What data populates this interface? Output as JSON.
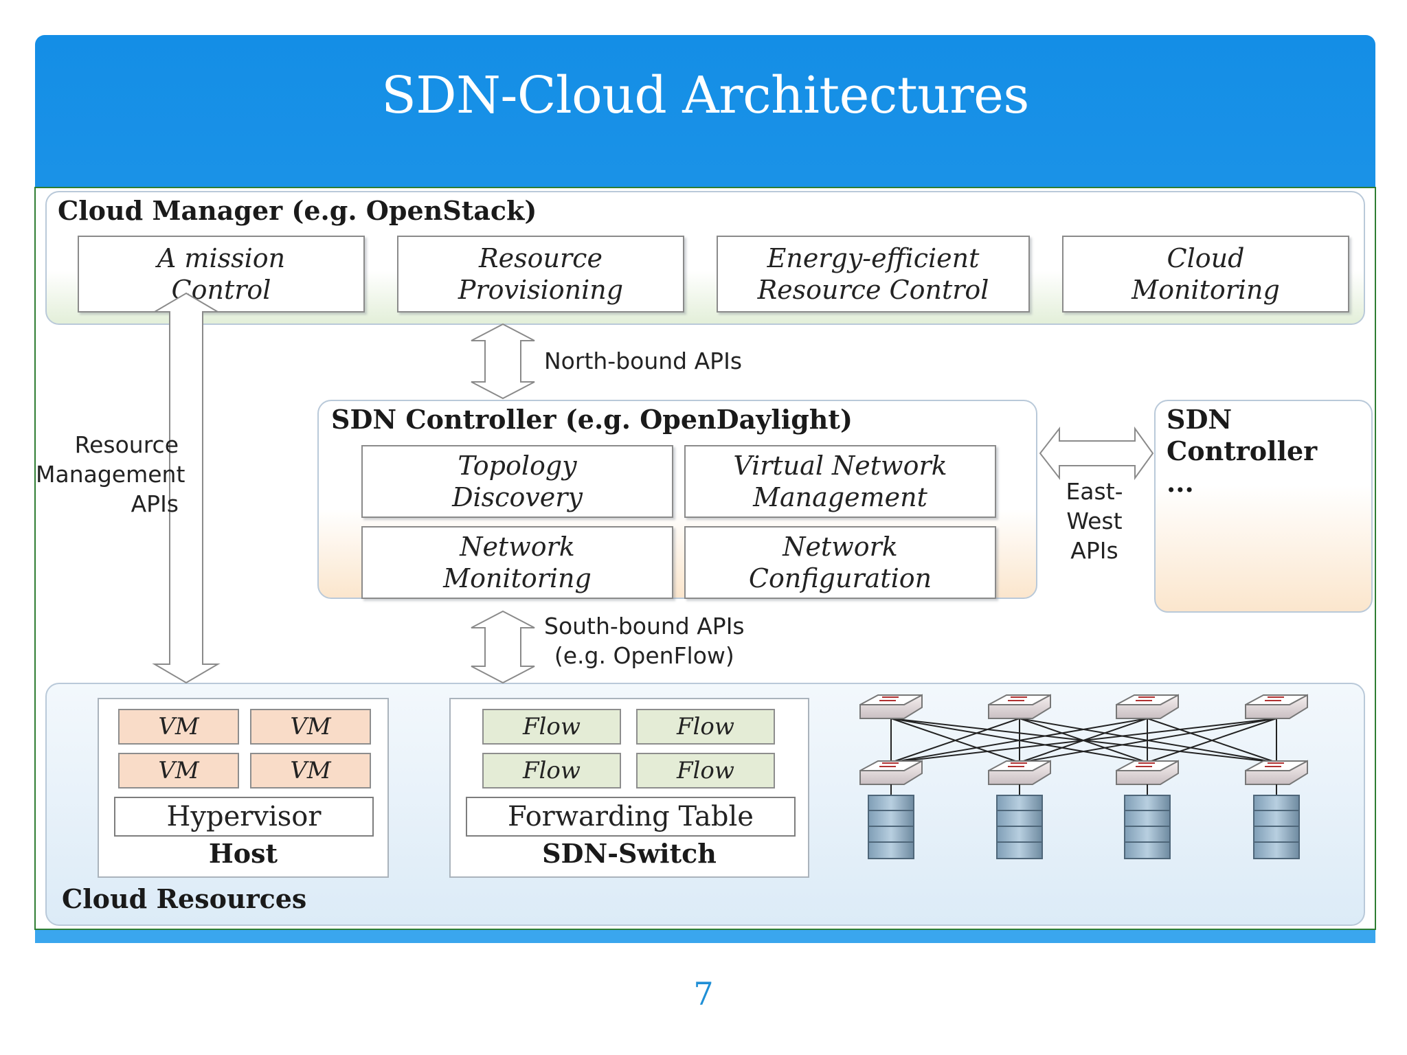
{
  "slide": {
    "title": "SDN-Cloud Architectures",
    "page_number": "7",
    "colors": {
      "header_top": "#148ee6",
      "header_bottom": "#3aa6ee",
      "diagram_border": "#2e7d32",
      "vm_fill": "#f9dcc8",
      "flow_fill": "#e4ecd6",
      "page_number": "#1f8fd6"
    }
  },
  "cloud_manager": {
    "title": "Cloud Manager (e.g. OpenStack)",
    "modules": [
      "A  mission\nControl",
      "Resource\nProvisioning",
      "Energy-efficient\nResource Control",
      "Cloud\nMonitoring"
    ]
  },
  "north_bound": {
    "label": "North-bound APIs"
  },
  "resource_mgmt": {
    "label": "Resource\nManagement\nAPIs"
  },
  "sdn_controller": {
    "title": "SDN Controller (e.g. OpenDaylight)",
    "modules": [
      "Topology\nDiscovery",
      "Virtual Network\nManagement",
      "Network\nMonitoring",
      "Network\nConfiguration"
    ]
  },
  "east_west": {
    "label": "East-\nWest\nAPIs"
  },
  "other_controller": {
    "title": "SDN\nController\n..."
  },
  "south_bound": {
    "label": "South-bound APIs\n(e.g. OpenFlow)"
  },
  "cloud_resources": {
    "title": "Cloud Resources",
    "host": {
      "vms": [
        "VM",
        "VM",
        "VM",
        "VM"
      ],
      "hypervisor": "Hypervisor",
      "label": "Host"
    },
    "switch": {
      "flows": [
        "Flow",
        "Flow",
        "Flow",
        "Flow"
      ],
      "table": "Forwarding Table",
      "label": "SDN-Switch"
    },
    "icons": [
      "network-switch-icon",
      "server-rack-icon"
    ]
  }
}
